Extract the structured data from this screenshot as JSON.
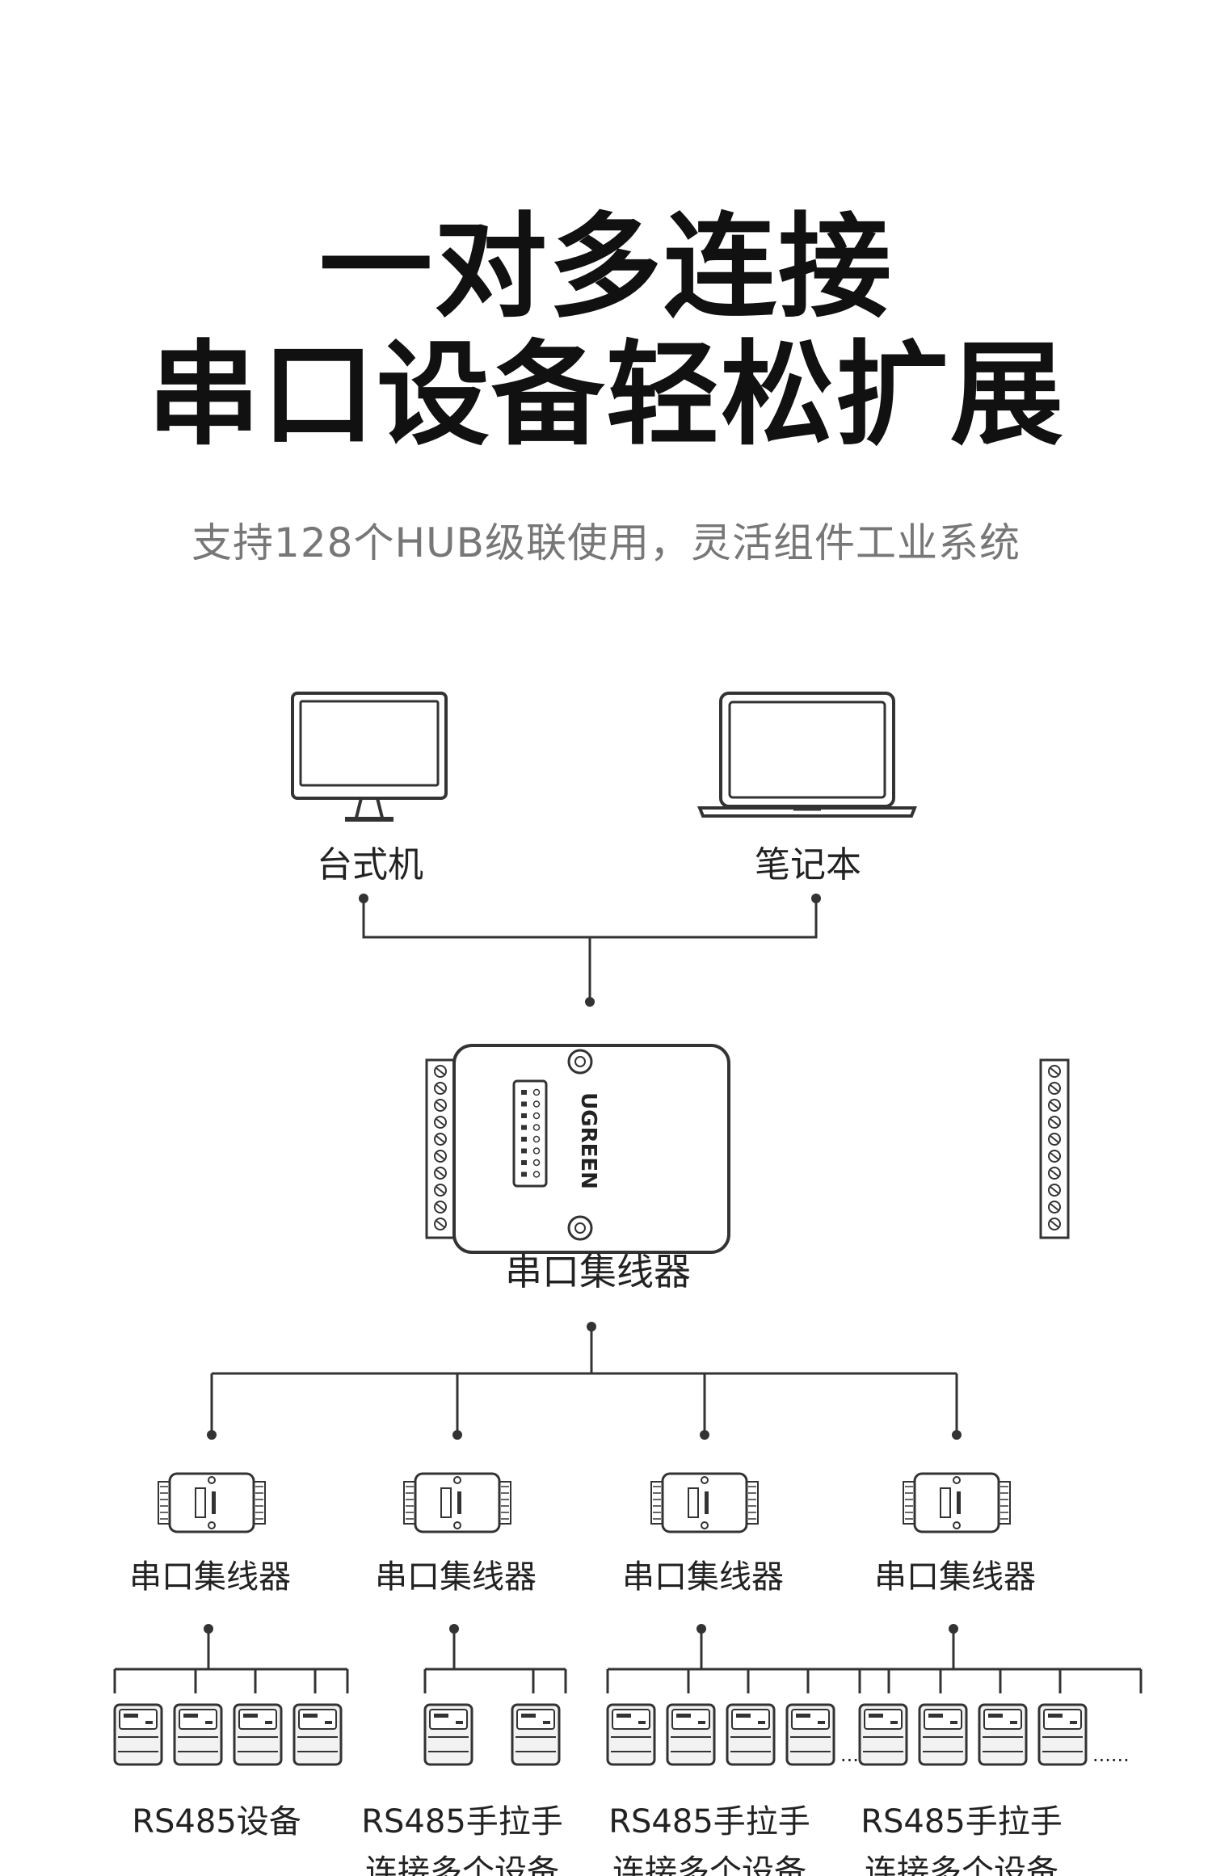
{
  "headline": {
    "line1": "一对多连接",
    "line2": "串口设备轻松扩展"
  },
  "subtitle": "支持128个HUB级联使用，灵活组件工业系统",
  "top_devices": {
    "desktop": "台式机",
    "laptop": "笔记本"
  },
  "hub": {
    "label": "串口集线器",
    "brand": "UGREEN"
  },
  "sub_hubs": [
    {
      "label": "串口集线器",
      "devices": 4,
      "more": false,
      "caption1": "RS485设备",
      "caption2": ""
    },
    {
      "label": "串口集线器",
      "devices": 2,
      "more": false,
      "caption1": "RS485手拉手",
      "caption2": "连接多个设备"
    },
    {
      "label": "串口集线器",
      "devices": 4,
      "more": true,
      "caption1": "RS485手拉手",
      "caption2": "连接多个设备"
    },
    {
      "label": "串口集线器",
      "devices": 4,
      "more": true,
      "caption1": "RS485手拉手",
      "caption2": "连接多个设备"
    }
  ],
  "more_mark": "......",
  "colors": {
    "line": "#333333",
    "device_fill": "#f2f2f2",
    "text": "#222222",
    "subtitle": "#777777"
  }
}
